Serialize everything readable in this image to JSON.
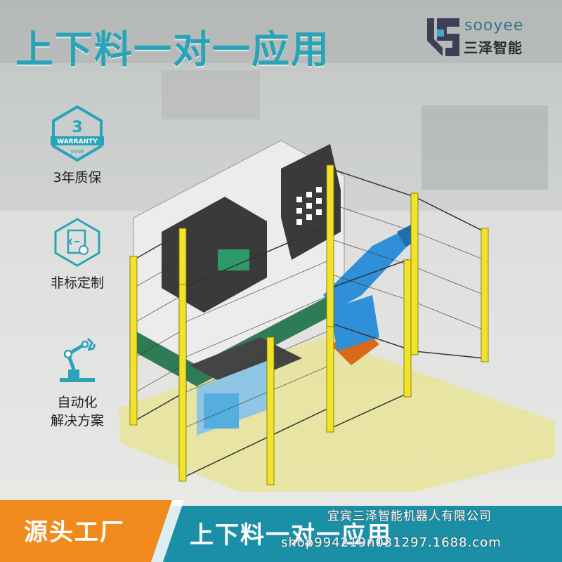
{
  "header": {
    "title": "上下料一对一应用"
  },
  "logo": {
    "brand_en": "sooyee",
    "brand_cn": "三泽智能"
  },
  "features": [
    {
      "icon": "warranty-badge-icon",
      "badge_number": "3",
      "badge_ribbon": "WARRANTY",
      "badge_unit": "year",
      "label": "3年质保"
    },
    {
      "icon": "custom-document-icon",
      "label": "非标定制"
    },
    {
      "icon": "robot-arm-icon",
      "label_line1": "自动化",
      "label_line2": "解决方案"
    }
  ],
  "footer": {
    "badge": "源头工厂",
    "title": "上下料一对一应用",
    "company": "宜宾三泽智能机器人有限公司",
    "shop_url": "shop994219n031297.1688.com"
  },
  "colors": {
    "accent": "#2aa3b8",
    "footer_teal": "#1b8fa6",
    "footer_orange": "#f08a1c",
    "fence_yellow": "#f2e22a"
  }
}
